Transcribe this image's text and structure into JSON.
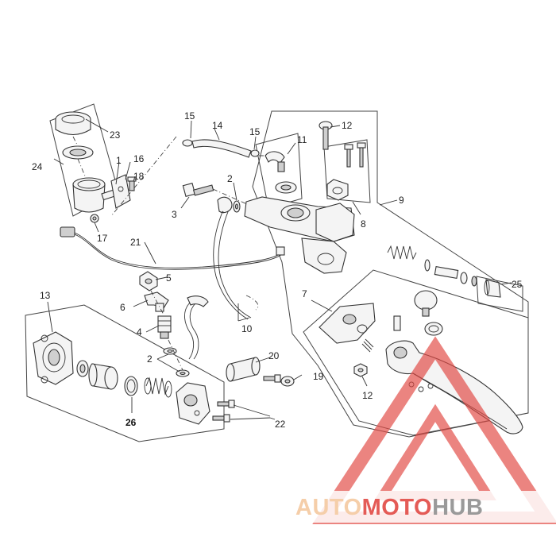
{
  "labels": {
    "l1": "1",
    "l2a": "2",
    "l2b": "2",
    "l3": "3",
    "l4": "4",
    "l5": "5",
    "l6": "6",
    "l7": "7",
    "l8": "8",
    "l9": "9",
    "l10": "10",
    "l11": "11",
    "l12a": "12",
    "l12b": "12",
    "l13": "13",
    "l14": "14",
    "l15a": "15",
    "l15b": "15",
    "l16": "16",
    "l17": "17",
    "l18": "18",
    "l19": "19",
    "l20": "20",
    "l21": "21",
    "l22": "22",
    "l23": "23",
    "l24": "24",
    "l25": "25",
    "l26": "26"
  },
  "watermark": {
    "part1": "AUTO",
    "part2": "MOTO",
    "part3": "HUB",
    "colors": {
      "light": "#f5c9a0",
      "orange": "#f0a040",
      "red": "#e24a44",
      "grey": "#909090"
    }
  }
}
